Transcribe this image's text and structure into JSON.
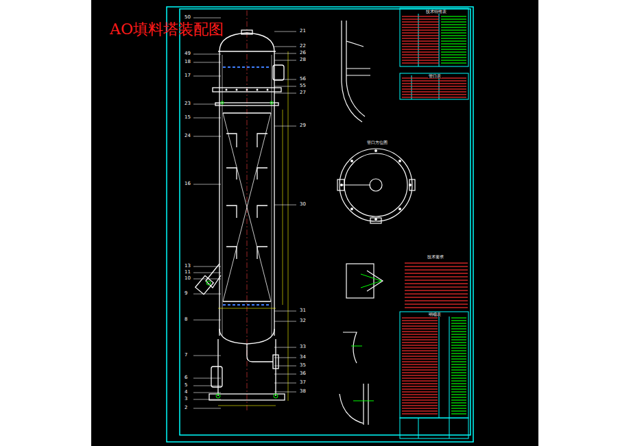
{
  "diagram": {
    "title": "AO填料塔装配图",
    "labels": [
      "50",
      "49",
      "18",
      "17",
      "23",
      "15",
      "24",
      "16",
      "13",
      "11",
      "10",
      "9",
      "8",
      "7",
      "6",
      "5",
      "4",
      "3",
      "2",
      "21",
      "22",
      "26",
      "28",
      "56",
      "55",
      "27",
      "29",
      "30",
      "31",
      "32",
      "33",
      "34",
      "35",
      "36",
      "37",
      "38",
      "管口方位图",
      "技术要求",
      "技术特性表",
      "管口表",
      "明细表"
    ]
  }
}
